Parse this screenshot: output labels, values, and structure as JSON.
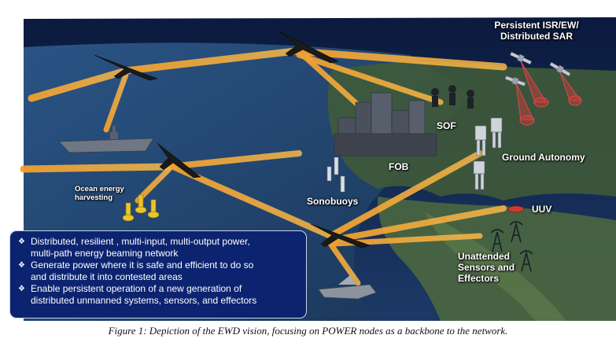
{
  "labels": {
    "isr": [
      "Persistent ISR/EW/",
      "Distributed SAR"
    ],
    "sof": "SOF",
    "ground": "Ground Autonomy",
    "fob": "FOB",
    "sonobuoys": "Sonobuoys",
    "uuv": "UUV",
    "ocean": [
      "Ocean energy",
      "harvesting"
    ],
    "unattended": [
      "Unattended",
      "Sensors and",
      "Effectors"
    ]
  },
  "callout": {
    "items": [
      [
        "Distributed, resilient , multi-input, multi-output power,",
        "multi-path energy beaming network"
      ],
      [
        "Generate power where it is safe and efficient to do so",
        "and distribute it into contested areas"
      ],
      [
        "Enable persistent operation of a new generation of",
        "distributed unmanned systems, sensors, and effectors"
      ]
    ],
    "bullet_glyph": "❖"
  },
  "caption": "Figure 1: Depiction of the EWD vision, focusing on POWER nodes as a backbone to the network.",
  "colors": {
    "beam": "#f0a030",
    "beam_core": "#ffd98a",
    "callout_bg": "#0c2470",
    "sky_top": "#0b1a3e",
    "ocean": "#24466e",
    "land": "#3f5a3a",
    "sar_beam": "#d83a3a"
  }
}
